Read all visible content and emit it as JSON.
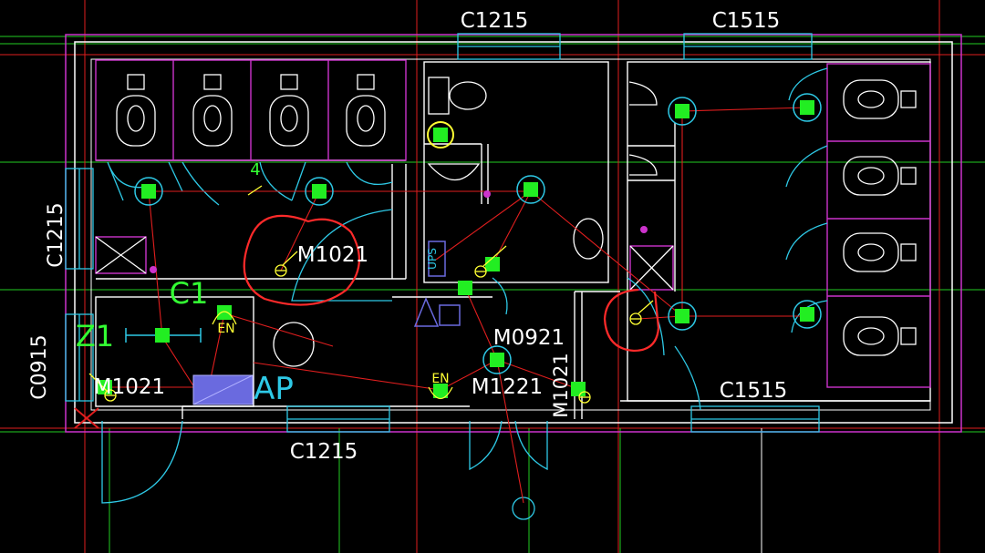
{
  "colors": {
    "background": "#000000",
    "wall": "#ffffff",
    "window": "#2ec9e6",
    "grid_red": "#e01e1e",
    "grid_green": "#22cc22",
    "grid_magenta": "#cc33cc",
    "lamp": "#22ee22",
    "switch": "#ffff33",
    "annotation": "#ff2a2a",
    "panel": "#6a6adf"
  },
  "labels": {
    "window_top_1": "C1215",
    "window_top_2": "C1515",
    "window_left_upper": "C1215",
    "window_left_lower": "C0915",
    "window_bottom_1": "C1215",
    "window_bottom_2": "C1515",
    "door_m1021_upper": "M1021",
    "door_m1021_left": "M1021",
    "door_m1021_right": "M1021",
    "door_m0921": "M0921",
    "door_m1221": "M1221",
    "ups_box": "UPS",
    "panel_ap": "AP",
    "mark_c1": "C1",
    "mark_z1": "Z1",
    "mark_4": "4",
    "emergency_en_1": "EN",
    "emergency_en_2": "EN"
  }
}
